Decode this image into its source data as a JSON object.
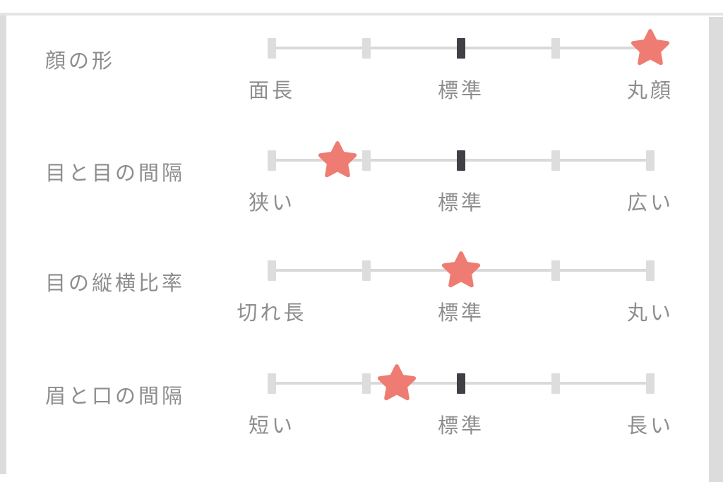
{
  "panel": {
    "description_rows": [
      {
        "label": "顔の形",
        "left_label": "面長",
        "center_label": "標準",
        "right_label": "丸顔",
        "star_percent": 100
      },
      {
        "label": "目と目の間隔",
        "left_label": "狭い",
        "center_label": "標準",
        "right_label": "広い",
        "star_percent": 17.3
      },
      {
        "label": "目の縦横比率",
        "left_label": "切れ長",
        "center_label": "標準",
        "right_label": "丸い",
        "star_percent": 50
      },
      {
        "label": "眉と口の間隔",
        "left_label": "短い",
        "center_label": "標準",
        "right_label": "長い",
        "star_percent": 33
      }
    ],
    "colors": {
      "star": "#ee7c72",
      "tick": "#dddddd",
      "center_tick": "#404144",
      "track": "#d9d9da",
      "label_text": "#8d8d8d",
      "divider": "#e4e4e4",
      "edge_strip": "#dcdcdd",
      "background": "#ffffff"
    },
    "icons": {
      "star": "★"
    }
  }
}
